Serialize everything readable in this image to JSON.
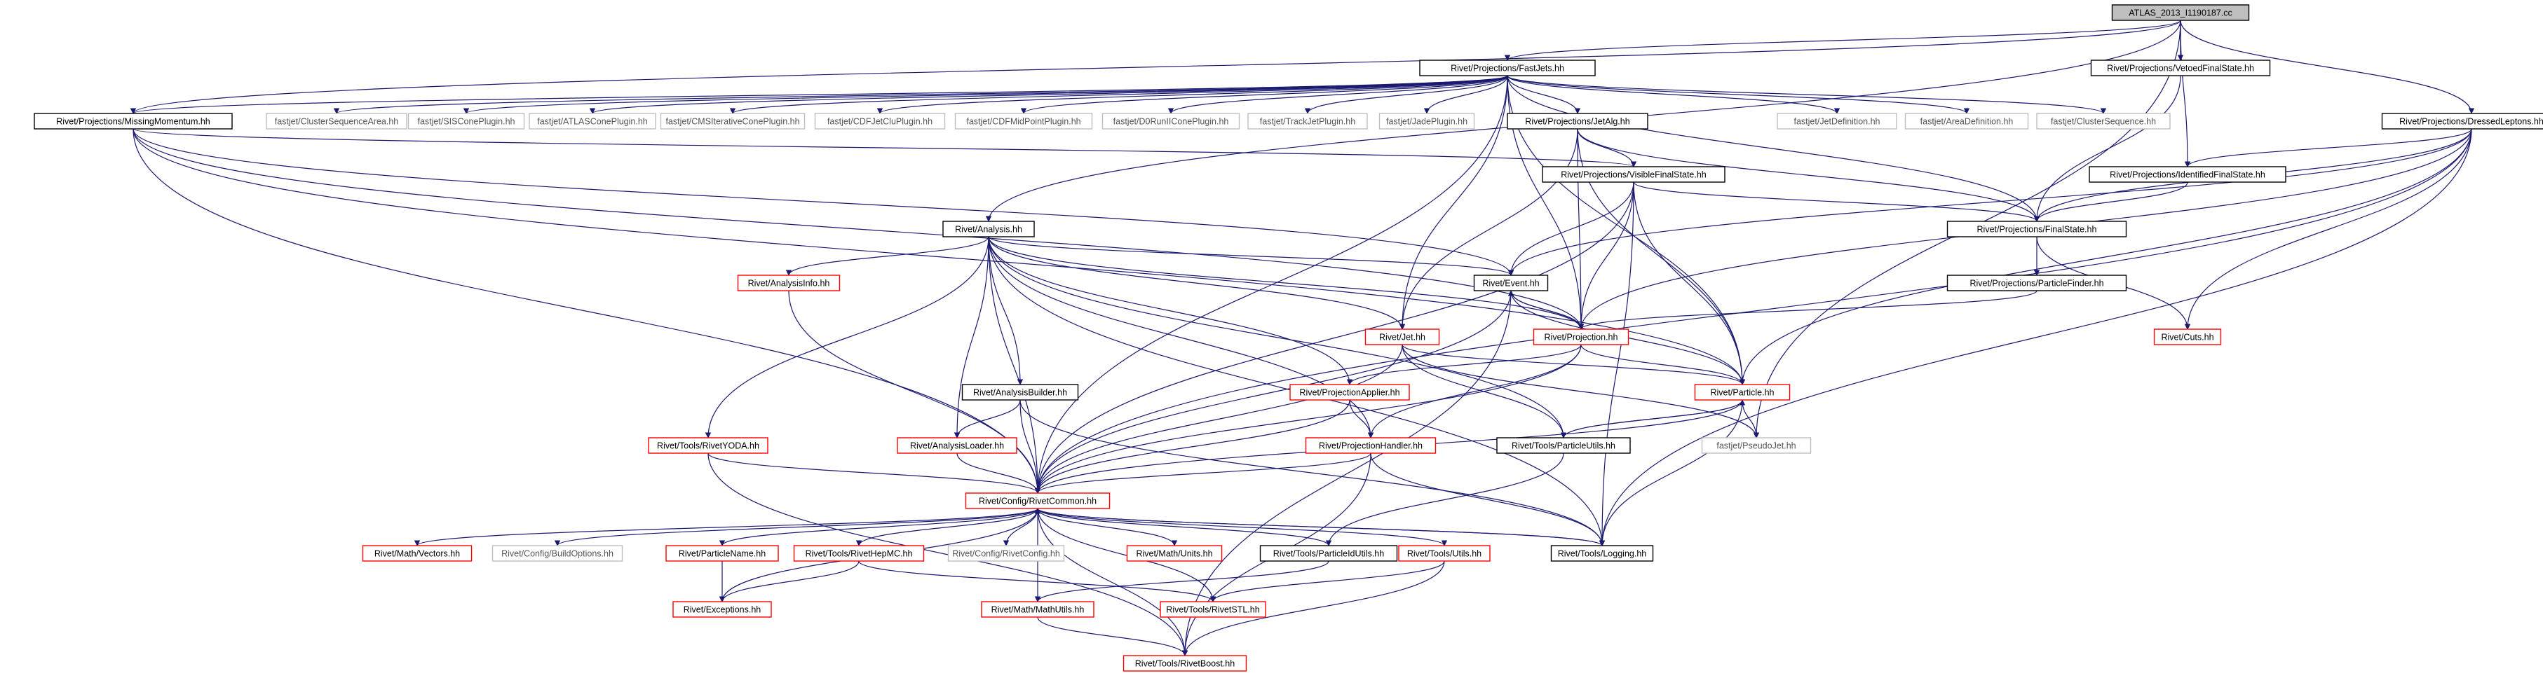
{
  "graph": {
    "style": {
      "edge_color": "#191970",
      "root_fill": "#bfbfbf",
      "node_border_black": "#000000",
      "node_border_red": "#ff0000",
      "node_border_grey": "#bfbfbf",
      "text_dark": "#000000",
      "text_grey": "#555555"
    },
    "nodes": [
      {
        "id": "root",
        "label": "ATLAS_2013_I1190187.cc",
        "kind": "root"
      },
      {
        "id": "fastjets",
        "label": "Rivet/Projections/FastJets.hh",
        "kind": "normal"
      },
      {
        "id": "vetoedfs",
        "label": "Rivet/Projections/VetoedFinalState.hh",
        "kind": "normal"
      },
      {
        "id": "dressed",
        "label": "Rivet/Projections/DressedLeptons.hh",
        "kind": "normal"
      },
      {
        "id": "missmom",
        "label": "Rivet/Projections/MissingMomentum.hh",
        "kind": "normal"
      },
      {
        "id": "csa",
        "label": "fastjet/ClusterSequenceArea.hh",
        "kind": "external"
      },
      {
        "id": "siscone",
        "label": "fastjet/SISConePlugin.hh",
        "kind": "external"
      },
      {
        "id": "atlascone",
        "label": "fastjet/ATLASConePlugin.hh",
        "kind": "external"
      },
      {
        "id": "cmscone",
        "label": "fastjet/CMSIterativeConePlugin.hh",
        "kind": "external"
      },
      {
        "id": "cdfjetclu",
        "label": "fastjet/CDFJetCluPlugin.hh",
        "kind": "external"
      },
      {
        "id": "cdfmid",
        "label": "fastjet/CDFMidPointPlugin.hh",
        "kind": "external"
      },
      {
        "id": "d0run",
        "label": "fastjet/D0RunIIConePlugin.hh",
        "kind": "external"
      },
      {
        "id": "trackjet",
        "label": "fastjet/TrackJetPlugin.hh",
        "kind": "external"
      },
      {
        "id": "jade",
        "label": "fastjet/JadePlugin.hh",
        "kind": "external"
      },
      {
        "id": "jetalg",
        "label": "Rivet/Projections/JetAlg.hh",
        "kind": "normal"
      },
      {
        "id": "jetdef",
        "label": "fastjet/JetDefinition.hh",
        "kind": "external"
      },
      {
        "id": "areadef",
        "label": "fastjet/AreaDefinition.hh",
        "kind": "external"
      },
      {
        "id": "clusterseq",
        "label": "fastjet/ClusterSequence.hh",
        "kind": "external"
      },
      {
        "id": "identfs",
        "label": "Rivet/Projections/IdentifiedFinalState.hh",
        "kind": "normal"
      },
      {
        "id": "visiblefs",
        "label": "Rivet/Projections/VisibleFinalState.hh",
        "kind": "normal"
      },
      {
        "id": "analysis",
        "label": "Rivet/Analysis.hh",
        "kind": "normal"
      },
      {
        "id": "finalstate",
        "label": "Rivet/Projections/FinalState.hh",
        "kind": "normal"
      },
      {
        "id": "analysisinfo",
        "label": "Rivet/AnalysisInfo.hh",
        "kind": "red"
      },
      {
        "id": "event",
        "label": "Rivet/Event.hh",
        "kind": "normal"
      },
      {
        "id": "particlefinder",
        "label": "Rivet/Projections/ParticleFinder.hh",
        "kind": "normal"
      },
      {
        "id": "projection",
        "label": "Rivet/Projection.hh",
        "kind": "red"
      },
      {
        "id": "jet",
        "label": "Rivet/Jet.hh",
        "kind": "red"
      },
      {
        "id": "cuts",
        "label": "Rivet/Cuts.hh",
        "kind": "red"
      },
      {
        "id": "analysisbuilder",
        "label": "Rivet/AnalysisBuilder.hh",
        "kind": "normal"
      },
      {
        "id": "projapplier",
        "label": "Rivet/ProjectionApplier.hh",
        "kind": "red"
      },
      {
        "id": "particle",
        "label": "Rivet/Particle.hh",
        "kind": "red"
      },
      {
        "id": "rivetyoda",
        "label": "Rivet/Tools/RivetYODA.hh",
        "kind": "red"
      },
      {
        "id": "analysisloader",
        "label": "Rivet/AnalysisLoader.hh",
        "kind": "red"
      },
      {
        "id": "projhandler",
        "label": "Rivet/ProjectionHandler.hh",
        "kind": "red"
      },
      {
        "id": "particleutils",
        "label": "Rivet/Tools/ParticleUtils.hh",
        "kind": "normal"
      },
      {
        "id": "pseudojet",
        "label": "fastjet/PseudoJet.hh",
        "kind": "external"
      },
      {
        "id": "rivetcommon",
        "label": "Rivet/Config/RivetCommon.hh",
        "kind": "red"
      },
      {
        "id": "vectors",
        "label": "Rivet/Math/Vectors.hh",
        "kind": "red"
      },
      {
        "id": "buildopts",
        "label": "Rivet/Config/BuildOptions.hh",
        "kind": "external"
      },
      {
        "id": "particlename",
        "label": "Rivet/ParticleName.hh",
        "kind": "red"
      },
      {
        "id": "rivethepmc",
        "label": "Rivet/Tools/RivetHepMC.hh",
        "kind": "red"
      },
      {
        "id": "rivetconfig",
        "label": "Rivet/Config/RivetConfig.hh",
        "kind": "external"
      },
      {
        "id": "mathunits",
        "label": "Rivet/Math/Units.hh",
        "kind": "red"
      },
      {
        "id": "particleidutils",
        "label": "Rivet/Tools/ParticleIdUtils.hh",
        "kind": "normal"
      },
      {
        "id": "utils",
        "label": "Rivet/Tools/Utils.hh",
        "kind": "red"
      },
      {
        "id": "logging",
        "label": "Rivet/Tools/Logging.hh",
        "kind": "normal"
      },
      {
        "id": "exceptions",
        "label": "Rivet/Exceptions.hh",
        "kind": "red"
      },
      {
        "id": "mathutils",
        "label": "Rivet/Math/MathUtils.hh",
        "kind": "red"
      },
      {
        "id": "rivetstl",
        "label": "Rivet/Tools/RivetSTL.hh",
        "kind": "red"
      },
      {
        "id": "rivetboost",
        "label": "Rivet/Tools/RivetBoost.hh",
        "kind": "red"
      }
    ],
    "edges": [
      [
        "root",
        "fastjets"
      ],
      [
        "root",
        "vetoedfs"
      ],
      [
        "root",
        "dressed"
      ],
      [
        "root",
        "analysis"
      ],
      [
        "root",
        "identfs"
      ],
      [
        "root",
        "pseudojet"
      ],
      [
        "root",
        "missmom"
      ],
      [
        "fastjets",
        "missmom"
      ],
      [
        "fastjets",
        "csa"
      ],
      [
        "fastjets",
        "siscone"
      ],
      [
        "fastjets",
        "atlascone"
      ],
      [
        "fastjets",
        "cmscone"
      ],
      [
        "fastjets",
        "cdfjetclu"
      ],
      [
        "fastjets",
        "cdfmid"
      ],
      [
        "fastjets",
        "d0run"
      ],
      [
        "fastjets",
        "trackjet"
      ],
      [
        "fastjets",
        "jade"
      ],
      [
        "fastjets",
        "jetalg"
      ],
      [
        "fastjets",
        "jetdef"
      ],
      [
        "fastjets",
        "areadef"
      ],
      [
        "fastjets",
        "clusterseq"
      ],
      [
        "fastjets",
        "finalstate"
      ],
      [
        "fastjets",
        "projection"
      ],
      [
        "fastjets",
        "particle"
      ],
      [
        "fastjets",
        "jet"
      ],
      [
        "fastjets",
        "rivetcommon"
      ],
      [
        "vetoedfs",
        "finalstate"
      ],
      [
        "dressed",
        "identfs"
      ],
      [
        "dressed",
        "finalstate"
      ],
      [
        "dressed",
        "cuts"
      ],
      [
        "dressed",
        "particle"
      ],
      [
        "dressed",
        "projection"
      ],
      [
        "dressed",
        "event"
      ],
      [
        "dressed",
        "logging"
      ],
      [
        "dressed",
        "rivetcommon"
      ],
      [
        "missmom",
        "visiblefs"
      ],
      [
        "missmom",
        "event"
      ],
      [
        "missmom",
        "projection"
      ],
      [
        "missmom",
        "particle"
      ],
      [
        "missmom",
        "rivetcommon"
      ],
      [
        "jetalg",
        "visiblefs"
      ],
      [
        "jetalg",
        "finalstate"
      ],
      [
        "jetalg",
        "jet"
      ],
      [
        "jetalg",
        "particle"
      ],
      [
        "jetalg",
        "projection"
      ],
      [
        "identfs",
        "finalstate"
      ],
      [
        "visiblefs",
        "finalstate"
      ],
      [
        "visiblefs",
        "event"
      ],
      [
        "visiblefs",
        "projection"
      ],
      [
        "visiblefs",
        "particle"
      ],
      [
        "visiblefs",
        "rivetcommon"
      ],
      [
        "visiblefs",
        "logging"
      ],
      [
        "analysis",
        "analysisinfo"
      ],
      [
        "analysis",
        "event"
      ],
      [
        "analysis",
        "projection"
      ],
      [
        "analysis",
        "jet"
      ],
      [
        "analysis",
        "particleutils"
      ],
      [
        "analysis",
        "analysisbuilder"
      ],
      [
        "analysis",
        "projapplier"
      ],
      [
        "analysis",
        "projhandler"
      ],
      [
        "analysis",
        "analysisloader"
      ],
      [
        "analysis",
        "rivetyoda"
      ],
      [
        "analysis",
        "rivetcommon"
      ],
      [
        "analysis",
        "logging"
      ],
      [
        "finalstate",
        "particlefinder"
      ],
      [
        "finalstate",
        "cuts"
      ],
      [
        "particlefinder",
        "projection"
      ],
      [
        "analysisinfo",
        "rivetcommon"
      ],
      [
        "event",
        "projection"
      ],
      [
        "event",
        "particle"
      ],
      [
        "event",
        "rivetcommon"
      ],
      [
        "event",
        "rivetboost"
      ],
      [
        "projection",
        "event"
      ],
      [
        "projection",
        "particle"
      ],
      [
        "projection",
        "projapplier"
      ],
      [
        "projection",
        "projhandler"
      ],
      [
        "projection",
        "rivetcommon"
      ],
      [
        "jet",
        "particle"
      ],
      [
        "jet",
        "pseudojet"
      ],
      [
        "jet",
        "particleutils"
      ],
      [
        "jet",
        "rivetcommon"
      ],
      [
        "analysisbuilder",
        "analysisloader"
      ],
      [
        "analysisbuilder",
        "rivetcommon"
      ],
      [
        "analysisbuilder",
        "logging"
      ],
      [
        "projapplier",
        "projhandler"
      ],
      [
        "projapplier",
        "rivetcommon"
      ],
      [
        "particle",
        "pseudojet"
      ],
      [
        "particle",
        "particleutils"
      ],
      [
        "particle",
        "rivetcommon"
      ],
      [
        "particle",
        "logging"
      ],
      [
        "rivetyoda",
        "rivetcommon"
      ],
      [
        "rivetyoda",
        "rivetboost"
      ],
      [
        "analysisloader",
        "rivetcommon"
      ],
      [
        "projhandler",
        "rivetcommon"
      ],
      [
        "projhandler",
        "logging"
      ],
      [
        "projhandler",
        "rivetboost"
      ],
      [
        "particleutils",
        "particle"
      ],
      [
        "particleutils",
        "particleidutils"
      ],
      [
        "rivetcommon",
        "vectors"
      ],
      [
        "rivetcommon",
        "buildopts"
      ],
      [
        "rivetcommon",
        "particlename"
      ],
      [
        "rivetcommon",
        "rivethepmc"
      ],
      [
        "rivetcommon",
        "rivetconfig"
      ],
      [
        "rivetcommon",
        "mathunits"
      ],
      [
        "rivetcommon",
        "particleidutils"
      ],
      [
        "rivetcommon",
        "utils"
      ],
      [
        "rivetcommon",
        "logging"
      ],
      [
        "rivetcommon",
        "exceptions"
      ],
      [
        "rivetcommon",
        "mathutils"
      ],
      [
        "rivetcommon",
        "rivetstl"
      ],
      [
        "rivetcommon",
        "rivetboost"
      ],
      [
        "logging",
        "rivetcommon"
      ],
      [
        "particlename",
        "exceptions"
      ],
      [
        "rivethepmc",
        "exceptions"
      ],
      [
        "rivethepmc",
        "rivetstl"
      ],
      [
        "particleidutils",
        "mathutils"
      ],
      [
        "utils",
        "rivetstl"
      ],
      [
        "utils",
        "rivetboost"
      ],
      [
        "mathutils",
        "rivetboost"
      ]
    ]
  }
}
